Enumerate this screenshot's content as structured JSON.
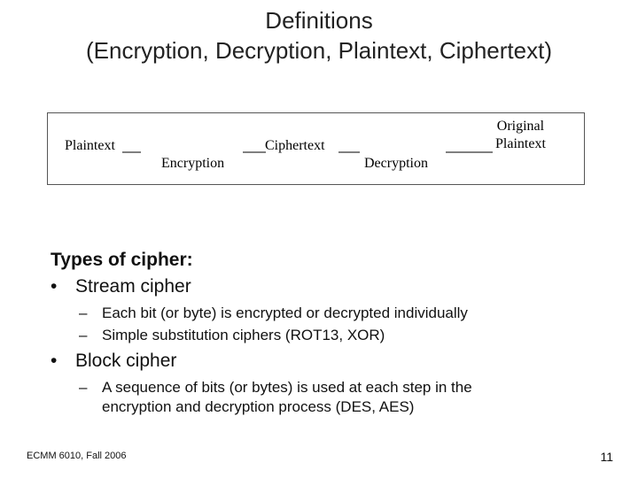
{
  "title": {
    "line1": "Definitions",
    "line2": "(Encryption, Decryption, Plaintext, Ciphertext)"
  },
  "diagram": {
    "plaintext": "Plaintext",
    "encryption": "Encryption",
    "ciphertext": "Ciphertext",
    "decryption": "Decryption",
    "original_line1": "Original",
    "original_line2": "Plaintext"
  },
  "body": {
    "heading": "Types of cipher:",
    "stream": {
      "label": "Stream cipher",
      "points": [
        "Each bit (or byte) is encrypted or decrypted individually",
        "Simple substitution ciphers (ROT13, XOR)"
      ]
    },
    "block": {
      "label": "Block cipher",
      "points_line1": "A sequence of bits (or bytes) is used at each step in the",
      "points_line2": "encryption and decryption process (DES, AES)"
    }
  },
  "footer": {
    "course": "ECMM 6010, Fall 2006",
    "page": "11"
  }
}
